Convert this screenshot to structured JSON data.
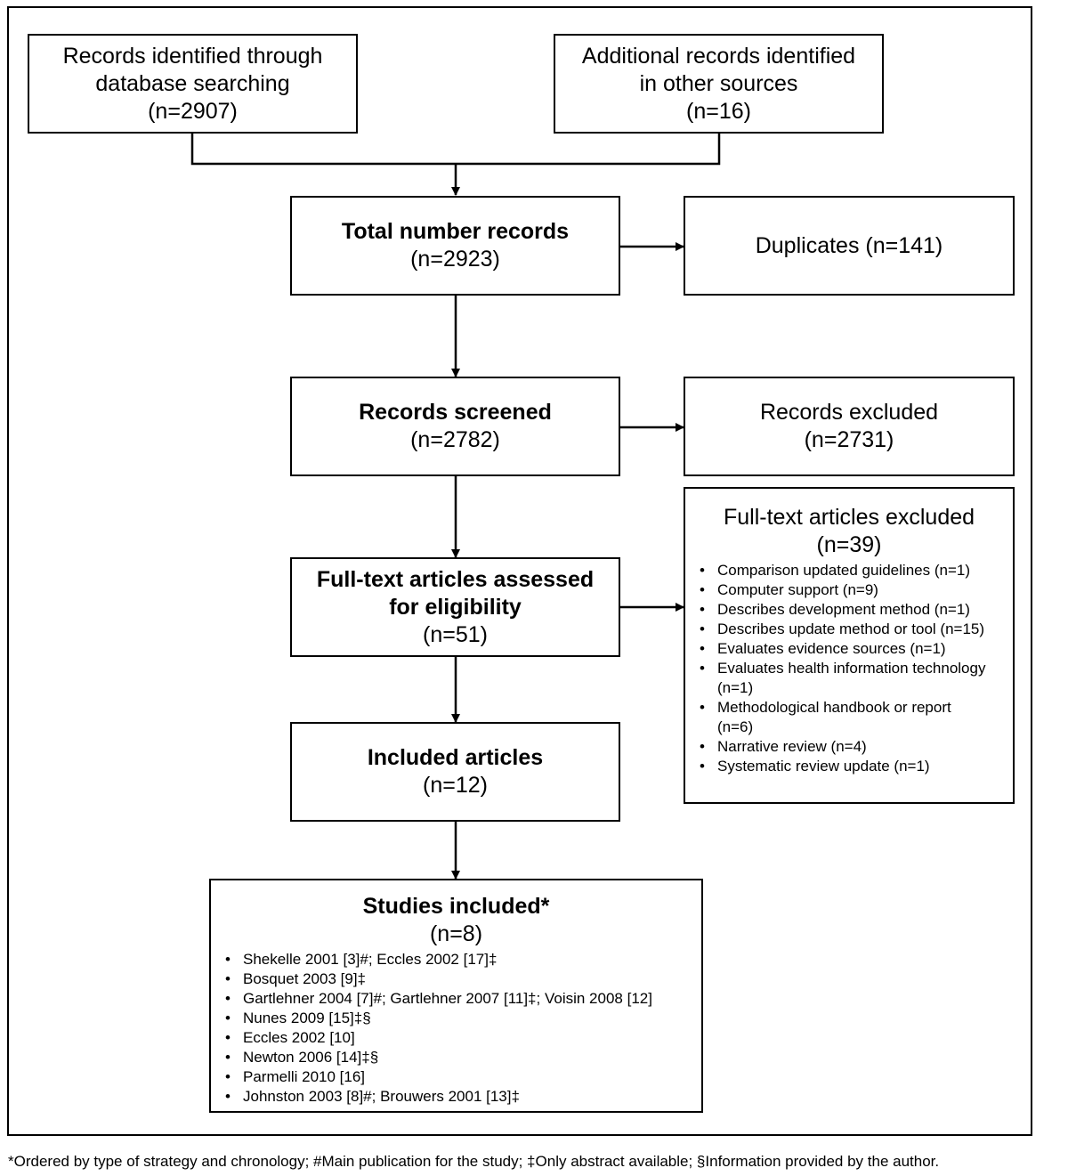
{
  "boxes": {
    "database": {
      "line1": "Records identified through",
      "line2": "database searching",
      "count": "(n=2907)"
    },
    "other_sources": {
      "line1": "Additional records identified",
      "line2": "in other sources",
      "count": "(n=16)"
    },
    "total": {
      "title": "Total number records",
      "count": "(n=2923)"
    },
    "duplicates": {
      "label": "Duplicates (n=141)"
    },
    "screened": {
      "title": "Records screened",
      "count": "(n=2782)"
    },
    "records_excluded": {
      "title": "Records excluded",
      "count": "(n=2731)"
    },
    "fulltext_assessed": {
      "line1": "Full-text articles assessed",
      "line2": "for eligibility",
      "count": "(n=51)"
    },
    "fulltext_excluded": {
      "title": "Full-text articles excluded",
      "count": "(n=39)",
      "items": [
        "Comparison updated guidelines (n=1)",
        "Computer support (n=9)",
        "Describes development method (n=1)",
        "Describes update method or tool (n=15)",
        "Evaluates evidence sources (n=1)",
        "Evaluates health information technology (n=1)",
        "Methodological handbook or report (n=6)",
        "Narrative review (n=4)",
        "Systematic review update (n=1)"
      ]
    },
    "included_articles": {
      "title": "Included articles",
      "count": "(n=12)"
    },
    "studies_included": {
      "title": "Studies included*",
      "count": "(n=8)",
      "items": [
        "Shekelle 2001 [3]#; Eccles 2002 [17]‡",
        "Bosquet 2003 [9]‡",
        "Gartlehner 2004 [7]#; Gartlehner 2007 [11]‡; Voisin 2008 [12]",
        "Nunes 2009 [15]‡§",
        "Eccles 2002 [10]",
        "Newton 2006 [14]‡§",
        "Parmelli 2010 [16]",
        "Johnston 2003 [8]#; Brouwers 2001 [13]‡"
      ]
    }
  },
  "footnote": "*Ordered by type of strategy and chronology; #Main publication for the study; ‡Only abstract available; §Information provided by the author."
}
